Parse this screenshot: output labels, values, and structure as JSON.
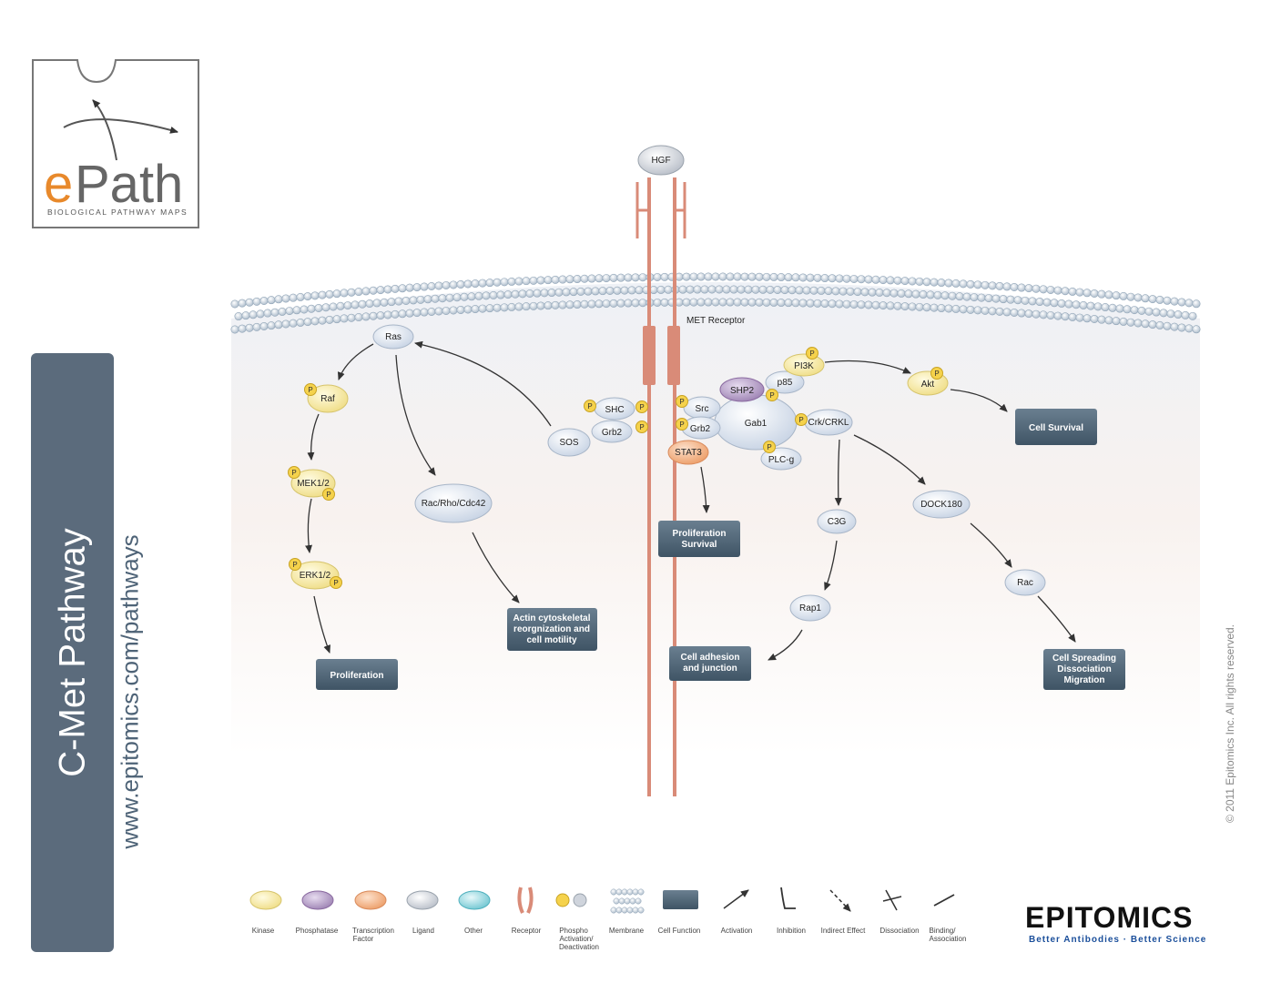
{
  "logo": {
    "e": "e",
    "path": "Path",
    "subtitle": "BIOLOGICAL PATHWAY MAPS"
  },
  "side_title": "C-Met Pathway",
  "url": "www.epitomics.com/pathways",
  "copyright": "© 2011 Epitomics Inc. All rights reserved.",
  "brand": {
    "name": "EPITOMICS",
    "tagline": "Better Antibodies · Better Science"
  },
  "receptor_label": "MET Receptor",
  "nodes": {
    "hgf": "HGF",
    "ras": "Ras",
    "raf": "Raf",
    "mek": "MEK1/2",
    "erk": "ERK1/2",
    "rac_rho": "Rac/Rho/Cdc42",
    "sos": "SOS",
    "shc": "SHC",
    "grb2_left": "Grb2",
    "src": "Src",
    "grb2_right": "Grb2",
    "stat3": "STAT3",
    "shp2": "SHP2",
    "p85": "p85",
    "pi3k": "PI3K",
    "gab1": "Gab1",
    "crk": "Crk/CRKL",
    "plcg": "PLC-g",
    "akt": "Akt",
    "c3g": "C3G",
    "dock180": "DOCK180",
    "rap1": "Rap1",
    "rac": "Rac",
    "p": "P"
  },
  "functions": {
    "proliferation": "Proliferation",
    "actin": [
      "Actin cytoskeletal",
      "reorgnization and",
      "cell motility"
    ],
    "prolif_survival": [
      "Proliferation",
      "Survival"
    ],
    "adhesion": [
      "Cell adhesion",
      "and junction"
    ],
    "cell_survival": "Cell Survival",
    "spreading": [
      "Cell Spreading",
      "Dissociation",
      "Migration"
    ]
  },
  "legend": {
    "kinase": "Kinase",
    "phosphatase": "Phosphatase",
    "tf": [
      "Transcription",
      "Factor"
    ],
    "ligand": "Ligand",
    "other": "Other",
    "receptor": "Receptor",
    "phospho": [
      "Phospho",
      "Activation/",
      "Deactivation"
    ],
    "membrane": "Membrane",
    "cell_function": "Cell Function",
    "activation": "Activation",
    "inhibition": "Inhibition",
    "indirect": "Indirect Effect",
    "dissociation": "Dissociation",
    "binding": [
      "Binding/",
      "Association"
    ]
  },
  "colors": {
    "kinase": "#f6eaa2",
    "phosphatase": "#c9b2d6",
    "tf": "#f4b58c",
    "ligand": "#cfd4dc",
    "other": "#a9dde3",
    "receptor": "#d98b78",
    "node": "#d9e2ef",
    "function": "#4f6577",
    "accent": "#e8892b",
    "panel": "#5b6b7c"
  }
}
